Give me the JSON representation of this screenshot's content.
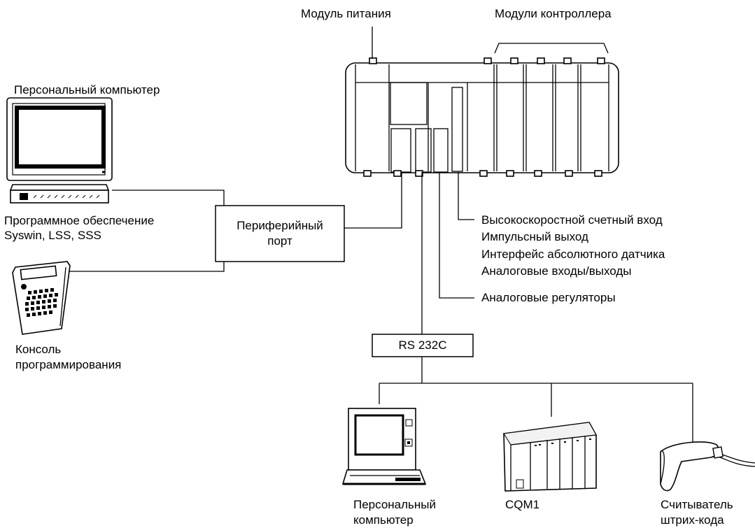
{
  "labels": {
    "power_module": "Модуль питания",
    "controller_modules": "Модули контроллера",
    "pc_top": "Персональный компьютер",
    "software_line1": "Программное обеспечение",
    "software_line2": "Syswin, LSS, SSS",
    "peripheral_port_line1": "Периферийный",
    "peripheral_port_line2": "порт",
    "console_line1": "Консоль",
    "console_line2": "программирования",
    "highspeed": "Высокоскоростной счетный вход",
    "pulse_out": "Импульсный выход",
    "abs_encoder": "Интерфейс абсолютного датчика",
    "analog_io": "Аналоговые входы/выходы",
    "analog_reg": "Аналоговые регуляторы",
    "rs232c": "RS 232C",
    "laptop_line1": "Персональный",
    "laptop_line2": "компьютер",
    "cqm1": "CQM1",
    "barcode_line1": "Считыватель",
    "barcode_line2": "штрих-кода"
  }
}
